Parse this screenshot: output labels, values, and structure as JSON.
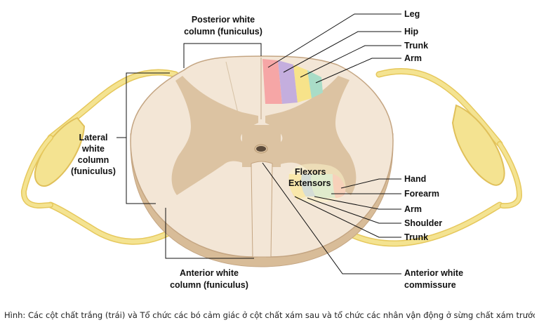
{
  "labels": {
    "posterior": [
      "Posterior white",
      "column (funiculus)"
    ],
    "lateral": [
      "Lateral",
      "white",
      "column",
      "(funiculus)"
    ],
    "anterior": [
      "Anterior white",
      "column (funiculus)"
    ],
    "commissure": [
      "Anterior white",
      "commissure"
    ],
    "flexors": "Flexors",
    "extensors": "Extensors",
    "sensory": [
      "Leg",
      "Hip",
      "Trunk",
      "Arm"
    ],
    "motor": [
      "Hand",
      "Forearm",
      "Arm",
      "Shoulder",
      "Trunk"
    ]
  },
  "caption": "Hình: Các cột chất trắng (trái) và Tổ chức các bó cảm giác ở cột chất xám sau và tổ chức các nhân vận động ở sừng chất xám trước (phải).",
  "colors": {
    "white_matter": "#f3e6d6",
    "gray_matter": "#dcc3a2",
    "edge": "#c4a582",
    "nerve_root": "#f2e08a",
    "leg": "#f6a6a6",
    "hip": "#c4aede",
    "trunk": "#f7e38a",
    "arm": "#a9dcc7",
    "hand": "#f2a9a9",
    "forearm": "#bfe3d2",
    "motor_arm": "#a7c3e6",
    "motor_trunk": "#f7dc87"
  }
}
